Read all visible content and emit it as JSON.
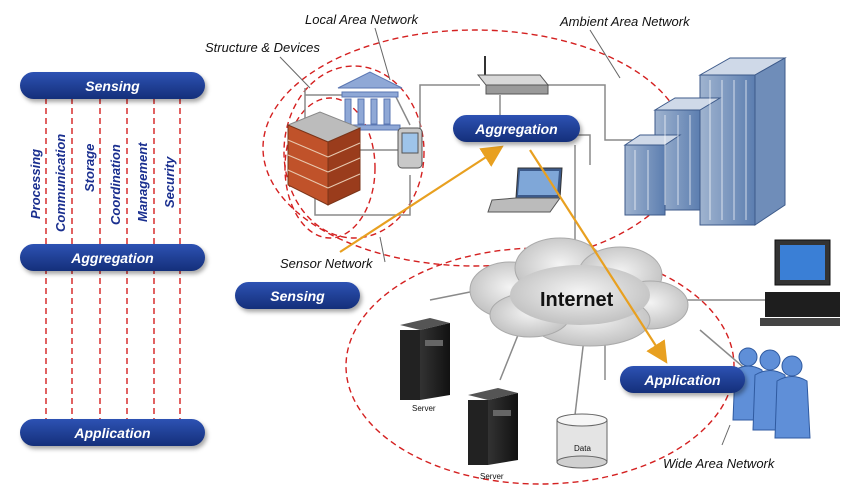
{
  "left_panel": {
    "top_label": "Sensing",
    "middle_label": "Aggregation",
    "bottom_label": "Application",
    "functions": [
      "Processing",
      "Communication",
      "Storage",
      "Coordination",
      "Management",
      "Security"
    ]
  },
  "network": {
    "local_area": "Local Area Network",
    "structure_devices": "Structure & Devices",
    "ambient_area": "Ambient Area Network",
    "aggregation": "Aggregation",
    "sensor_network": "Sensor Network",
    "sensing": "Sensing",
    "internet": "Internet",
    "application": "Application",
    "wide_area": "Wide Area Network",
    "server_1": "Server",
    "server_2": "Server",
    "data": "Data"
  },
  "colors": {
    "pill": "#1a3a8a",
    "dashed": "#d42020",
    "arrow": "#e8a020",
    "line": "#8a8a8a"
  }
}
